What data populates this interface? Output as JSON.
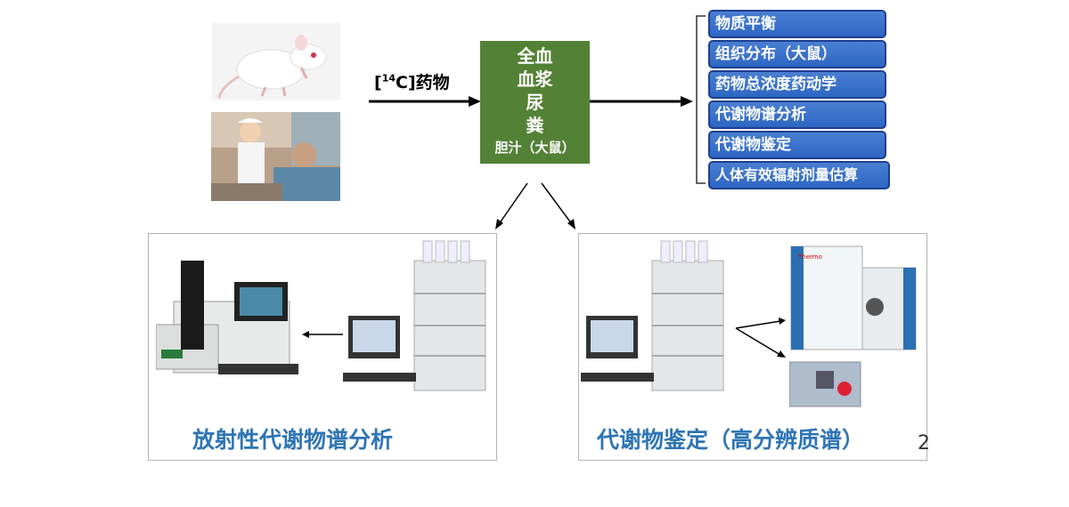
{
  "drug_label": {
    "bracket_open": "[",
    "superscript": "14",
    "rest": "C]药物"
  },
  "sample_box": {
    "lines": [
      "全血",
      "血浆",
      "尿",
      "粪"
    ],
    "small_line": "胆汁（大鼠）",
    "color": "#538135"
  },
  "outputs": [
    "物质平衡",
    "组织分布（大鼠）",
    "药物总浓度药动学",
    "代谢物谱分析",
    "代谢物鉴定",
    "人体有效辐射剂量估算"
  ],
  "panels": {
    "left_caption": "放射性代谢物谱分析",
    "right_caption": "代谢物鉴定（高分辨质谱）"
  },
  "page_number": "2",
  "colors": {
    "output_fill": "#3a72cc",
    "caption": "#2e74b5"
  }
}
